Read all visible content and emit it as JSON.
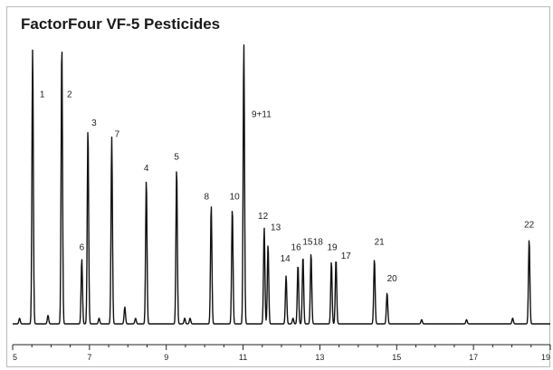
{
  "chart_data": {
    "type": "line",
    "title": "FactorFour VF-5 Pesticides",
    "xlabel": "",
    "ylabel": "",
    "xlim": [
      5,
      19
    ],
    "x_ticks": [
      5,
      7,
      9,
      11,
      13,
      15,
      17,
      19
    ],
    "x_minor_step": 0.5,
    "grid": false,
    "line_color": "#111111",
    "peaks": [
      {
        "x": 5.52,
        "h": 0.97,
        "label": "1",
        "lx": 5.77,
        "lh": 0.8
      },
      {
        "x": 6.28,
        "h": 0.99,
        "label": "2",
        "lx": 6.48,
        "lh": 0.8
      },
      {
        "x": 6.8,
        "h": 0.23,
        "label": "6",
        "lx": 6.8,
        "lh": 0.26
      },
      {
        "x": 6.96,
        "h": 0.69,
        "label": "3",
        "lx": 7.12,
        "lh": 0.7
      },
      {
        "x": 7.58,
        "h": 0.66,
        "label": "7",
        "lx": 7.72,
        "lh": 0.66
      },
      {
        "x": 8.48,
        "h": 0.51,
        "label": "4",
        "lx": 8.48,
        "lh": 0.54
      },
      {
        "x": 9.27,
        "h": 0.55,
        "label": "5",
        "lx": 9.27,
        "lh": 0.58
      },
      {
        "x": 10.17,
        "h": 0.42,
        "label": "8",
        "lx": 10.05,
        "lh": 0.44
      },
      {
        "x": 10.72,
        "h": 0.41,
        "label": "10",
        "lx": 10.78,
        "lh": 0.44
      },
      {
        "x": 11.02,
        "h": 0.99,
        "label": "9+11",
        "lx": 11.48,
        "lh": 0.73
      },
      {
        "x": 11.55,
        "h": 0.34,
        "label": "12",
        "lx": 11.52,
        "lh": 0.37
      },
      {
        "x": 11.65,
        "h": 0.28,
        "label": "13",
        "lx": 11.85,
        "lh": 0.33
      },
      {
        "x": 12.12,
        "h": 0.17,
        "label": "14",
        "lx": 12.1,
        "lh": 0.22
      },
      {
        "x": 12.43,
        "h": 0.21,
        "label": "16",
        "lx": 12.38,
        "lh": 0.26
      },
      {
        "x": 12.56,
        "h": 0.24,
        "label": "15",
        "lx": 12.68,
        "lh": 0.28
      },
      {
        "x": 12.77,
        "h": 0.25,
        "label": "18",
        "lx": 12.95,
        "lh": 0.28
      },
      {
        "x": 13.3,
        "h": 0.22,
        "label": "19",
        "lx": 13.32,
        "lh": 0.26
      },
      {
        "x": 13.42,
        "h": 0.23,
        "label": "17",
        "lx": 13.68,
        "lh": 0.23
      },
      {
        "x": 14.42,
        "h": 0.23,
        "label": "21",
        "lx": 14.55,
        "lh": 0.28
      },
      {
        "x": 14.75,
        "h": 0.11,
        "label": "20",
        "lx": 14.88,
        "lh": 0.15
      },
      {
        "x": 18.45,
        "h": 0.3,
        "label": "22",
        "lx": 18.45,
        "lh": 0.34
      }
    ],
    "minor_peaks": [
      {
        "x": 5.18,
        "h": 0.02
      },
      {
        "x": 5.92,
        "h": 0.03
      },
      {
        "x": 7.25,
        "h": 0.02
      },
      {
        "x": 7.92,
        "h": 0.06
      },
      {
        "x": 8.2,
        "h": 0.02
      },
      {
        "x": 9.48,
        "h": 0.02
      },
      {
        "x": 9.62,
        "h": 0.02
      },
      {
        "x": 12.3,
        "h": 0.02
      },
      {
        "x": 15.65,
        "h": 0.015
      },
      {
        "x": 16.82,
        "h": 0.015
      },
      {
        "x": 18.02,
        "h": 0.02
      }
    ]
  }
}
